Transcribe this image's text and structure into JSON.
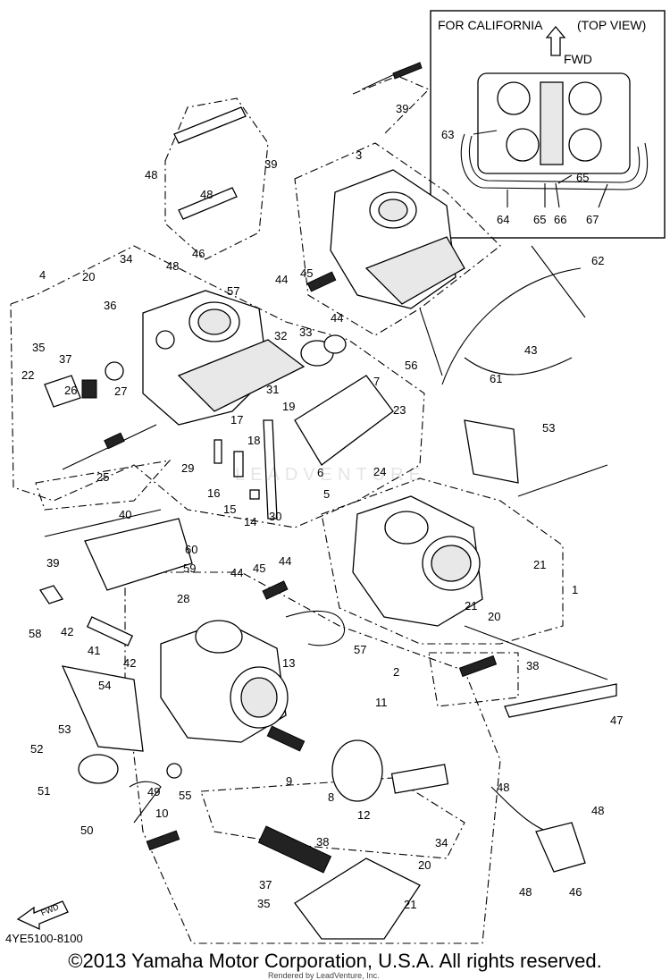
{
  "inset": {
    "title_left": "FOR CALIFORNIA",
    "title_right": "(TOP VIEW)",
    "fwd_label": "FWD",
    "callouts": [
      "63",
      "65",
      "64",
      "65",
      "66",
      "67"
    ]
  },
  "callouts": [
    "39",
    "3",
    "48",
    "39",
    "48",
    "48",
    "46",
    "4",
    "20",
    "34",
    "57",
    "44",
    "45",
    "44",
    "35",
    "36",
    "37",
    "32",
    "33",
    "22",
    "26",
    "27",
    "31",
    "19",
    "7",
    "23",
    "61",
    "43",
    "56",
    "62",
    "53",
    "17",
    "18",
    "25",
    "29",
    "16",
    "15",
    "14",
    "30",
    "6",
    "5",
    "24",
    "40",
    "39",
    "60",
    "59",
    "58",
    "42",
    "41",
    "42",
    "28",
    "44",
    "45",
    "44",
    "21",
    "1",
    "20",
    "21",
    "57",
    "13",
    "2",
    "38",
    "54",
    "53",
    "52",
    "51",
    "49",
    "55",
    "50",
    "11",
    "9",
    "8",
    "12",
    "10",
    "38",
    "47",
    "48",
    "48",
    "34",
    "20",
    "21",
    "37",
    "35",
    "48",
    "46"
  ],
  "part_number": "4YE5100-8100",
  "fwd_arrow_label": "FWD",
  "watermark": "LEADVENTURE",
  "footer": "©2013 Yamaha Motor Corporation, U.S.A. All rights reserved.",
  "rendered_by": "Rendered by LeadVenture, Inc."
}
